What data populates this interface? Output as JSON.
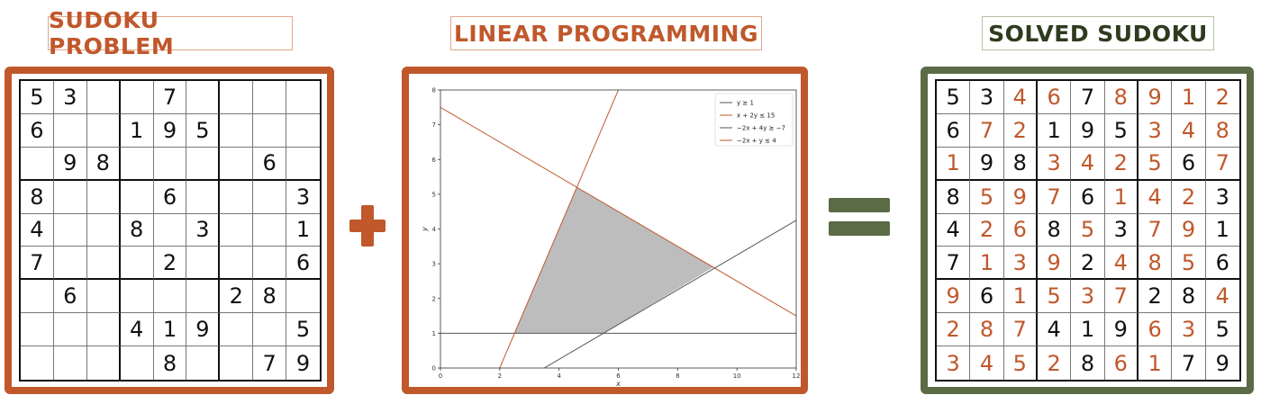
{
  "titles": {
    "left": "SUDOKU PROBLEM",
    "middle": "LINEAR PROGRAMMING",
    "right": "SOLVED SUDOKU"
  },
  "colors": {
    "accent_orange": "#c0582b",
    "accent_green": "#5b6b45",
    "title_dark": "#2f3a1e",
    "feasible_fill": "#bdbdbd"
  },
  "operators": {
    "plus": "plus-sign",
    "equals": "equals-sign"
  },
  "sudoku_problem": [
    [
      5,
      3,
      0,
      0,
      7,
      0,
      0,
      0,
      0
    ],
    [
      6,
      0,
      0,
      1,
      9,
      5,
      0,
      0,
      0
    ],
    [
      0,
      9,
      8,
      0,
      0,
      0,
      0,
      6,
      0
    ],
    [
      8,
      0,
      0,
      0,
      6,
      0,
      0,
      0,
      3
    ],
    [
      4,
      0,
      0,
      8,
      0,
      3,
      0,
      0,
      1
    ],
    [
      7,
      0,
      0,
      0,
      2,
      0,
      0,
      0,
      6
    ],
    [
      0,
      6,
      0,
      0,
      0,
      0,
      2,
      8,
      0
    ],
    [
      0,
      0,
      0,
      4,
      1,
      9,
      0,
      0,
      5
    ],
    [
      0,
      0,
      0,
      0,
      8,
      0,
      0,
      7,
      9
    ]
  ],
  "sudoku_solution": [
    [
      5,
      3,
      4,
      6,
      7,
      8,
      9,
      1,
      2
    ],
    [
      6,
      7,
      2,
      1,
      9,
      5,
      3,
      4,
      8
    ],
    [
      1,
      9,
      8,
      3,
      4,
      2,
      5,
      6,
      7
    ],
    [
      8,
      5,
      9,
      7,
      6,
      1,
      4,
      2,
      3
    ],
    [
      4,
      2,
      6,
      8,
      5,
      3,
      7,
      9,
      1
    ],
    [
      7,
      1,
      3,
      9,
      2,
      4,
      8,
      5,
      6
    ],
    [
      9,
      6,
      1,
      5,
      3,
      7,
      2,
      8,
      4
    ],
    [
      2,
      8,
      7,
      4,
      1,
      9,
      6,
      3,
      5
    ],
    [
      3,
      4,
      5,
      2,
      8,
      6,
      1,
      7,
      9
    ]
  ],
  "chart_data": {
    "type": "line",
    "xlabel": "x",
    "ylabel": "y",
    "xlim": [
      0,
      12
    ],
    "ylim": [
      0,
      8
    ],
    "xticks": [
      0,
      2,
      4,
      6,
      8,
      10,
      12
    ],
    "yticks": [
      0,
      1,
      2,
      3,
      4,
      5,
      6,
      7,
      8
    ],
    "legend_position": "top-right",
    "series": [
      {
        "name": "y ≥ 1",
        "color": "#555555",
        "x": [
          0,
          12
        ],
        "y": [
          1,
          1
        ]
      },
      {
        "name": "x + 2y ≤ 15",
        "color": "#c0582b",
        "x": [
          0,
          12
        ],
        "y": [
          7.5,
          1.5
        ]
      },
      {
        "name": "−2x + 4y ≥ −7",
        "color": "#555555",
        "x": [
          3.5,
          12
        ],
        "y": [
          0,
          4.25
        ]
      },
      {
        "name": "−2x + y ≤ 4",
        "color": "#c0582b",
        "x": [
          2,
          6
        ],
        "y": [
          0,
          8
        ]
      }
    ],
    "feasible_region": {
      "x": [
        2.5,
        4.6,
        9.2,
        5.5
      ],
      "y": [
        1,
        5.2,
        2.9,
        1
      ]
    }
  }
}
